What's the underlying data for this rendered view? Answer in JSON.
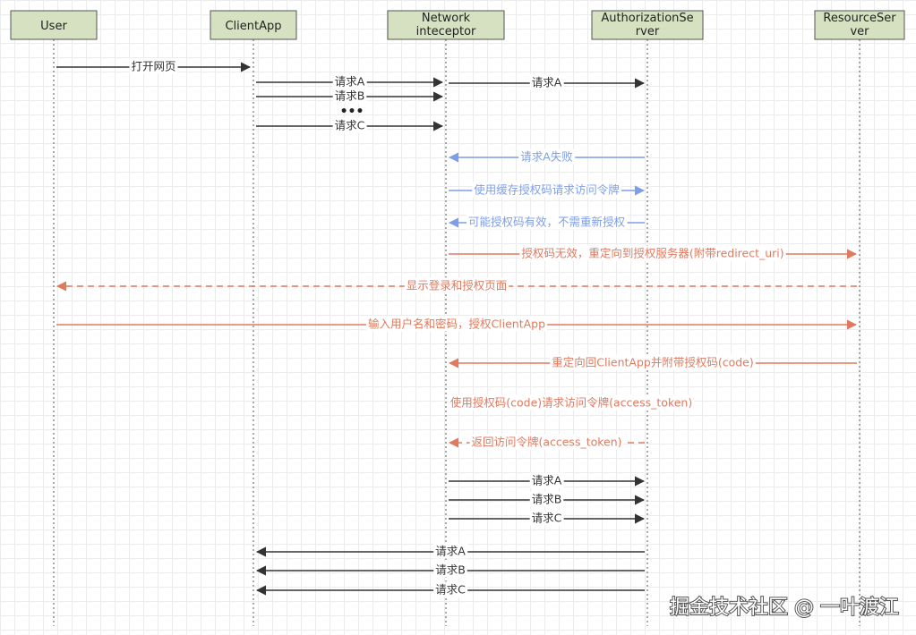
{
  "actors": [
    {
      "id": "user",
      "lines": [
        "User"
      ]
    },
    {
      "id": "client",
      "lines": [
        "ClientApp"
      ]
    },
    {
      "id": "net",
      "lines": [
        "Network",
        "inteceptor"
      ]
    },
    {
      "id": "auth",
      "lines": [
        "AuthorizationSe",
        "rver"
      ]
    },
    {
      "id": "res",
      "lines": [
        "ResourceSer",
        "ver"
      ]
    }
  ],
  "colors": {
    "black": "#333333",
    "blue": "#7e9ee8",
    "orange": "#e07a5f"
  },
  "messages": [
    {
      "from": "user",
      "to": "client",
      "label": "打开网页",
      "color": "black",
      "style": "solid"
    },
    {
      "from": "client",
      "to": "net",
      "label": "请求A",
      "color": "black",
      "style": "solid"
    },
    {
      "from": "net",
      "to": "auth",
      "label": "请求A",
      "color": "black",
      "style": "solid"
    },
    {
      "from": "client",
      "to": "net",
      "label": "请求B",
      "color": "black",
      "style": "solid"
    },
    {
      "from": "client",
      "to": "net",
      "label": "请求C",
      "color": "black",
      "style": "solid"
    },
    {
      "from": "auth",
      "to": "net",
      "label": "请求A失败",
      "color": "blue",
      "style": "solid"
    },
    {
      "from": "net",
      "to": "auth",
      "label": "使用缓存授权码请求访问令牌",
      "color": "blue",
      "style": "solid"
    },
    {
      "from": "auth",
      "to": "net",
      "label": "可能授权码有效，不需重新授权",
      "color": "blue",
      "style": "solid"
    },
    {
      "from": "net",
      "to": "res",
      "label": "授权码无效，重定向到授权服务器(附带redirect_uri)",
      "color": "orange",
      "style": "solid"
    },
    {
      "from": "res",
      "to": "user",
      "label": "显示登录和授权页面",
      "color": "orange",
      "style": "dashed"
    },
    {
      "from": "user",
      "to": "res",
      "label": "输入用户名和密码，授权ClientApp",
      "color": "orange",
      "style": "solid"
    },
    {
      "from": "res",
      "to": "net",
      "label": "重定向回ClientApp并附带授权码(code)",
      "color": "orange",
      "style": "solid"
    },
    {
      "from": "net",
      "to": "net",
      "label": "使用授权码(code)请求访问令牌(access_token)",
      "color": "orange",
      "style": "text"
    },
    {
      "from": "auth",
      "to": "net",
      "label": "返回访问令牌(access_token)",
      "color": "orange",
      "style": "dashed"
    },
    {
      "from": "net",
      "to": "auth",
      "label": "请求A",
      "color": "black",
      "style": "solid"
    },
    {
      "from": "net",
      "to": "auth",
      "label": "请求B",
      "color": "black",
      "style": "solid"
    },
    {
      "from": "net",
      "to": "auth",
      "label": "请求C",
      "color": "black",
      "style": "solid"
    },
    {
      "from": "auth",
      "to": "client",
      "label": "请求A",
      "color": "black",
      "style": "solid"
    },
    {
      "from": "auth",
      "to": "client",
      "label": "请求B",
      "color": "black",
      "style": "solid"
    },
    {
      "from": "auth",
      "to": "client",
      "label": "请求C",
      "color": "black",
      "style": "solid"
    }
  ],
  "ellipsis": "•••",
  "watermark": "掘金技术社区 @ 一叶渡江"
}
